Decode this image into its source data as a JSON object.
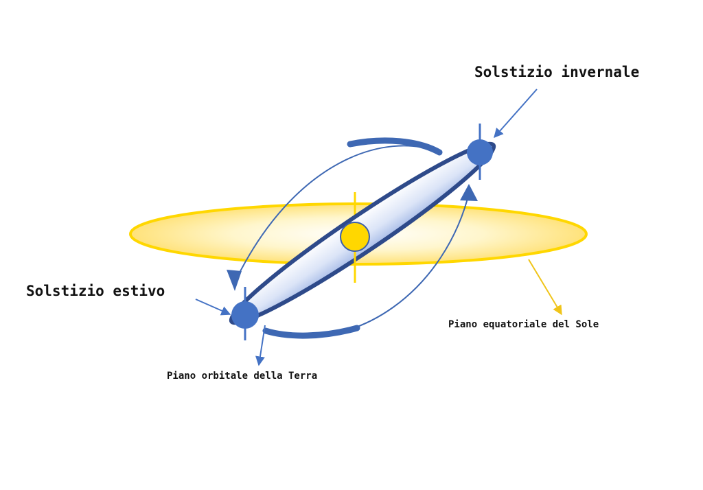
{
  "labels": {
    "winter_solstice": "Solstizio invernale",
    "summer_solstice": "Solstizio estivo",
    "sun_equatorial_plane": "Piano equatoriale del Sole",
    "earth_orbital_plane": "Piano orbitale della Terra"
  },
  "colors": {
    "earth": "#4472c4",
    "sun": "#ffd700",
    "equatorial_plane": "#ffe066",
    "orbit_edge": "#2e4a8a",
    "equatorial_pointer": "#f0c419"
  }
}
